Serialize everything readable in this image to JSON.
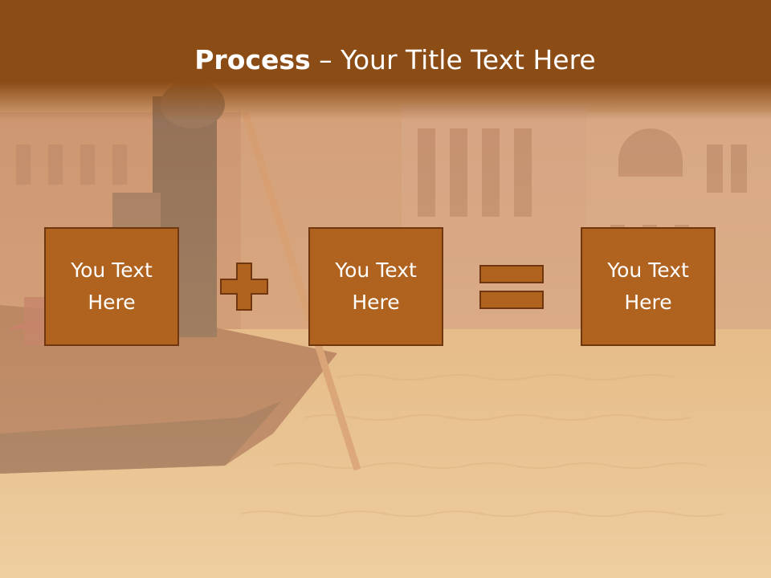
{
  "slide": {
    "title_bold": "Process",
    "title_rest": " – Your Title Text Here",
    "boxes": [
      {
        "text": "You Text\nHere"
      },
      {
        "text": "You Text\nHere"
      },
      {
        "text": "You Text\nHere"
      }
    ],
    "operators": [
      "plus-icon",
      "equals-icon"
    ]
  },
  "colors": {
    "title_bar": "#8b4c16",
    "box_fill": "#b0621f",
    "box_border": "#6f3610",
    "text": "#ffffff"
  }
}
